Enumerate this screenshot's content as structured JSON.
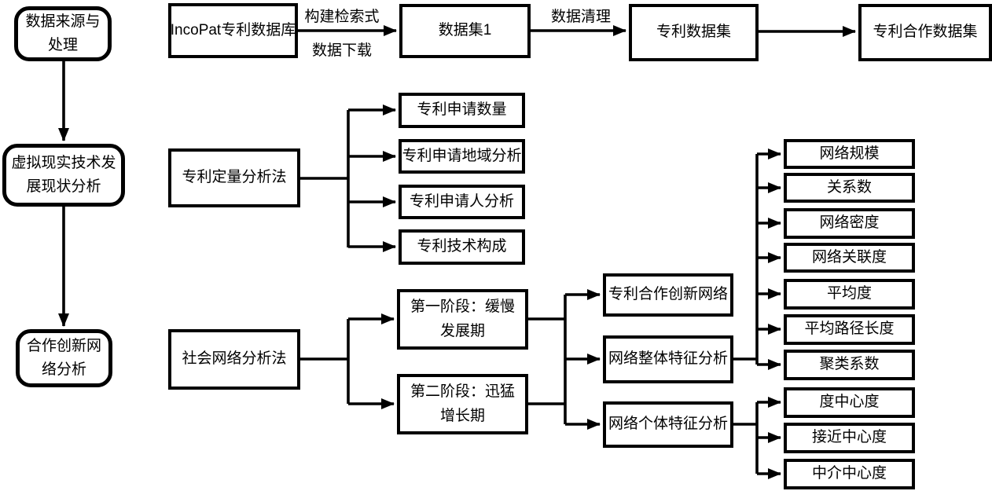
{
  "diagram": {
    "title_hint": "专利数据社会网络分析流程图",
    "colors": {
      "line": "#000000",
      "box_border": "#000000",
      "box_bg": "#ffffff",
      "text": "#000000",
      "background": "#ffffff"
    },
    "stages": {
      "stage1": {
        "label": "数据来源与处理"
      },
      "stage2": {
        "label": "虚拟现实技术发展现状分析"
      },
      "stage3": {
        "label": "合作创新网络分析"
      }
    },
    "top_flow": {
      "source_db": "IncoPat专利数据库",
      "dataset1": "数据集1",
      "patent_dataset": "专利数据集",
      "patent_coop_dataset": "专利合作数据集",
      "edge_labels": {
        "build_query": "构建检索式",
        "data_download": "数据下载",
        "data_cleaning": "数据清理"
      }
    },
    "quant": {
      "method": "专利定量分析法",
      "items": [
        "专利申请数量",
        "专利申请地域分析",
        "专利申请人分析",
        "专利技术构成"
      ]
    },
    "sna": {
      "method": "社会网络分析法",
      "phase1": "第一阶段：缓慢发展期",
      "phase2": "第二阶段：迅猛增长期",
      "coop_network": "专利合作创新网络",
      "overall": "网络整体特征分析",
      "individual": "网络个体特征分析",
      "overall_metrics": [
        "网络规模",
        "关系数",
        "网络密度",
        "网络关联度",
        "平均度",
        "平均路径长度",
        "聚类系数"
      ],
      "individual_metrics": [
        "度中心度",
        "接近中心度",
        "中介中心度"
      ]
    }
  }
}
